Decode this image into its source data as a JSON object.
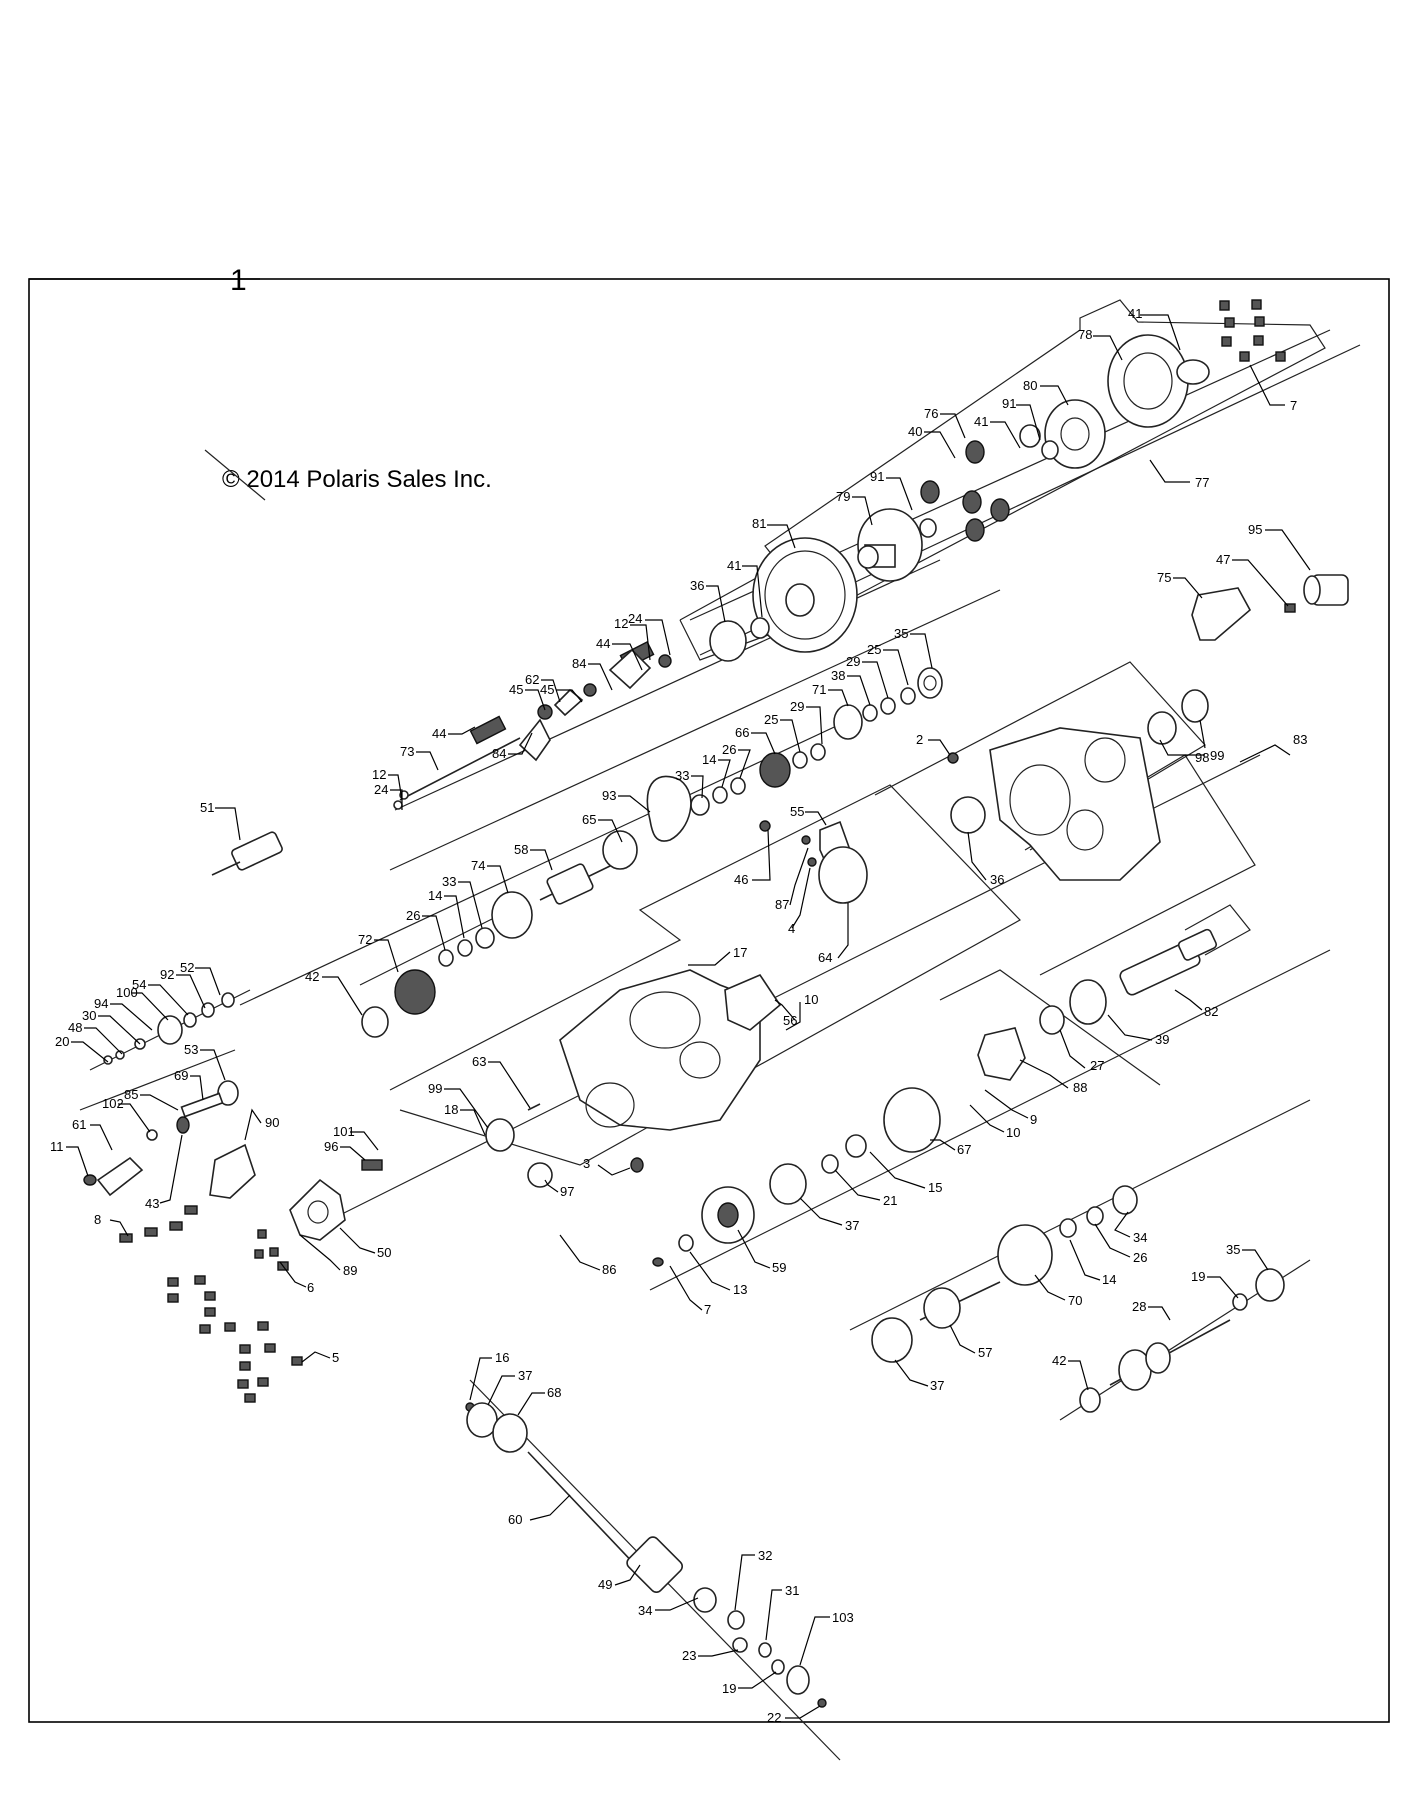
{
  "sheet_number": "1",
  "copyright": "© 2014 Polaris Sales Inc.",
  "callouts": [
    "41",
    "78",
    "7",
    "76",
    "80",
    "40",
    "41",
    "91",
    "77",
    "91",
    "79",
    "81",
    "41",
    "36",
    "95",
    "47",
    "75",
    "24",
    "12",
    "44",
    "84",
    "45",
    "35",
    "25",
    "29",
    "38",
    "71",
    "62",
    "45",
    "29",
    "25",
    "84",
    "66",
    "26",
    "44",
    "73",
    "14",
    "33",
    "12",
    "24",
    "2",
    "83",
    "98",
    "99",
    "51",
    "93",
    "65",
    "55",
    "58",
    "46",
    "87",
    "36",
    "74",
    "33",
    "14",
    "4",
    "26",
    "72",
    "64",
    "42",
    "17",
    "52",
    "92",
    "54",
    "100",
    "94",
    "30",
    "48",
    "20",
    "82",
    "10",
    "56",
    "39",
    "53",
    "69",
    "27",
    "88",
    "63",
    "85",
    "102",
    "99",
    "90",
    "61",
    "18",
    "9",
    "101",
    "96",
    "10",
    "11",
    "43",
    "3",
    "67",
    "97",
    "15",
    "21",
    "8",
    "37",
    "34",
    "50",
    "26",
    "89",
    "6",
    "14",
    "59",
    "13",
    "35",
    "70",
    "86",
    "7",
    "19",
    "28",
    "57",
    "42",
    "5",
    "37",
    "16",
    "37",
    "68",
    "60",
    "32",
    "49",
    "31",
    "34",
    "103",
    "23",
    "19",
    "22"
  ]
}
